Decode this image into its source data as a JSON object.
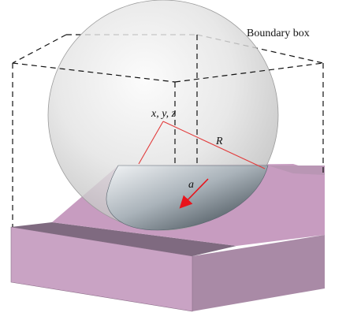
{
  "labels": {
    "boundary_box": "Boundary box",
    "center": "x, y, z",
    "radius": "R",
    "direction": "a"
  },
  "colors": {
    "slope_face": "#c79cc0",
    "front_face": "#c9a3c4",
    "side_face": "#a98aa6",
    "groove": "#7f6a80",
    "arrow": "#e8141c",
    "radius_line": "#e23a3a",
    "box_line": "#111111"
  }
}
